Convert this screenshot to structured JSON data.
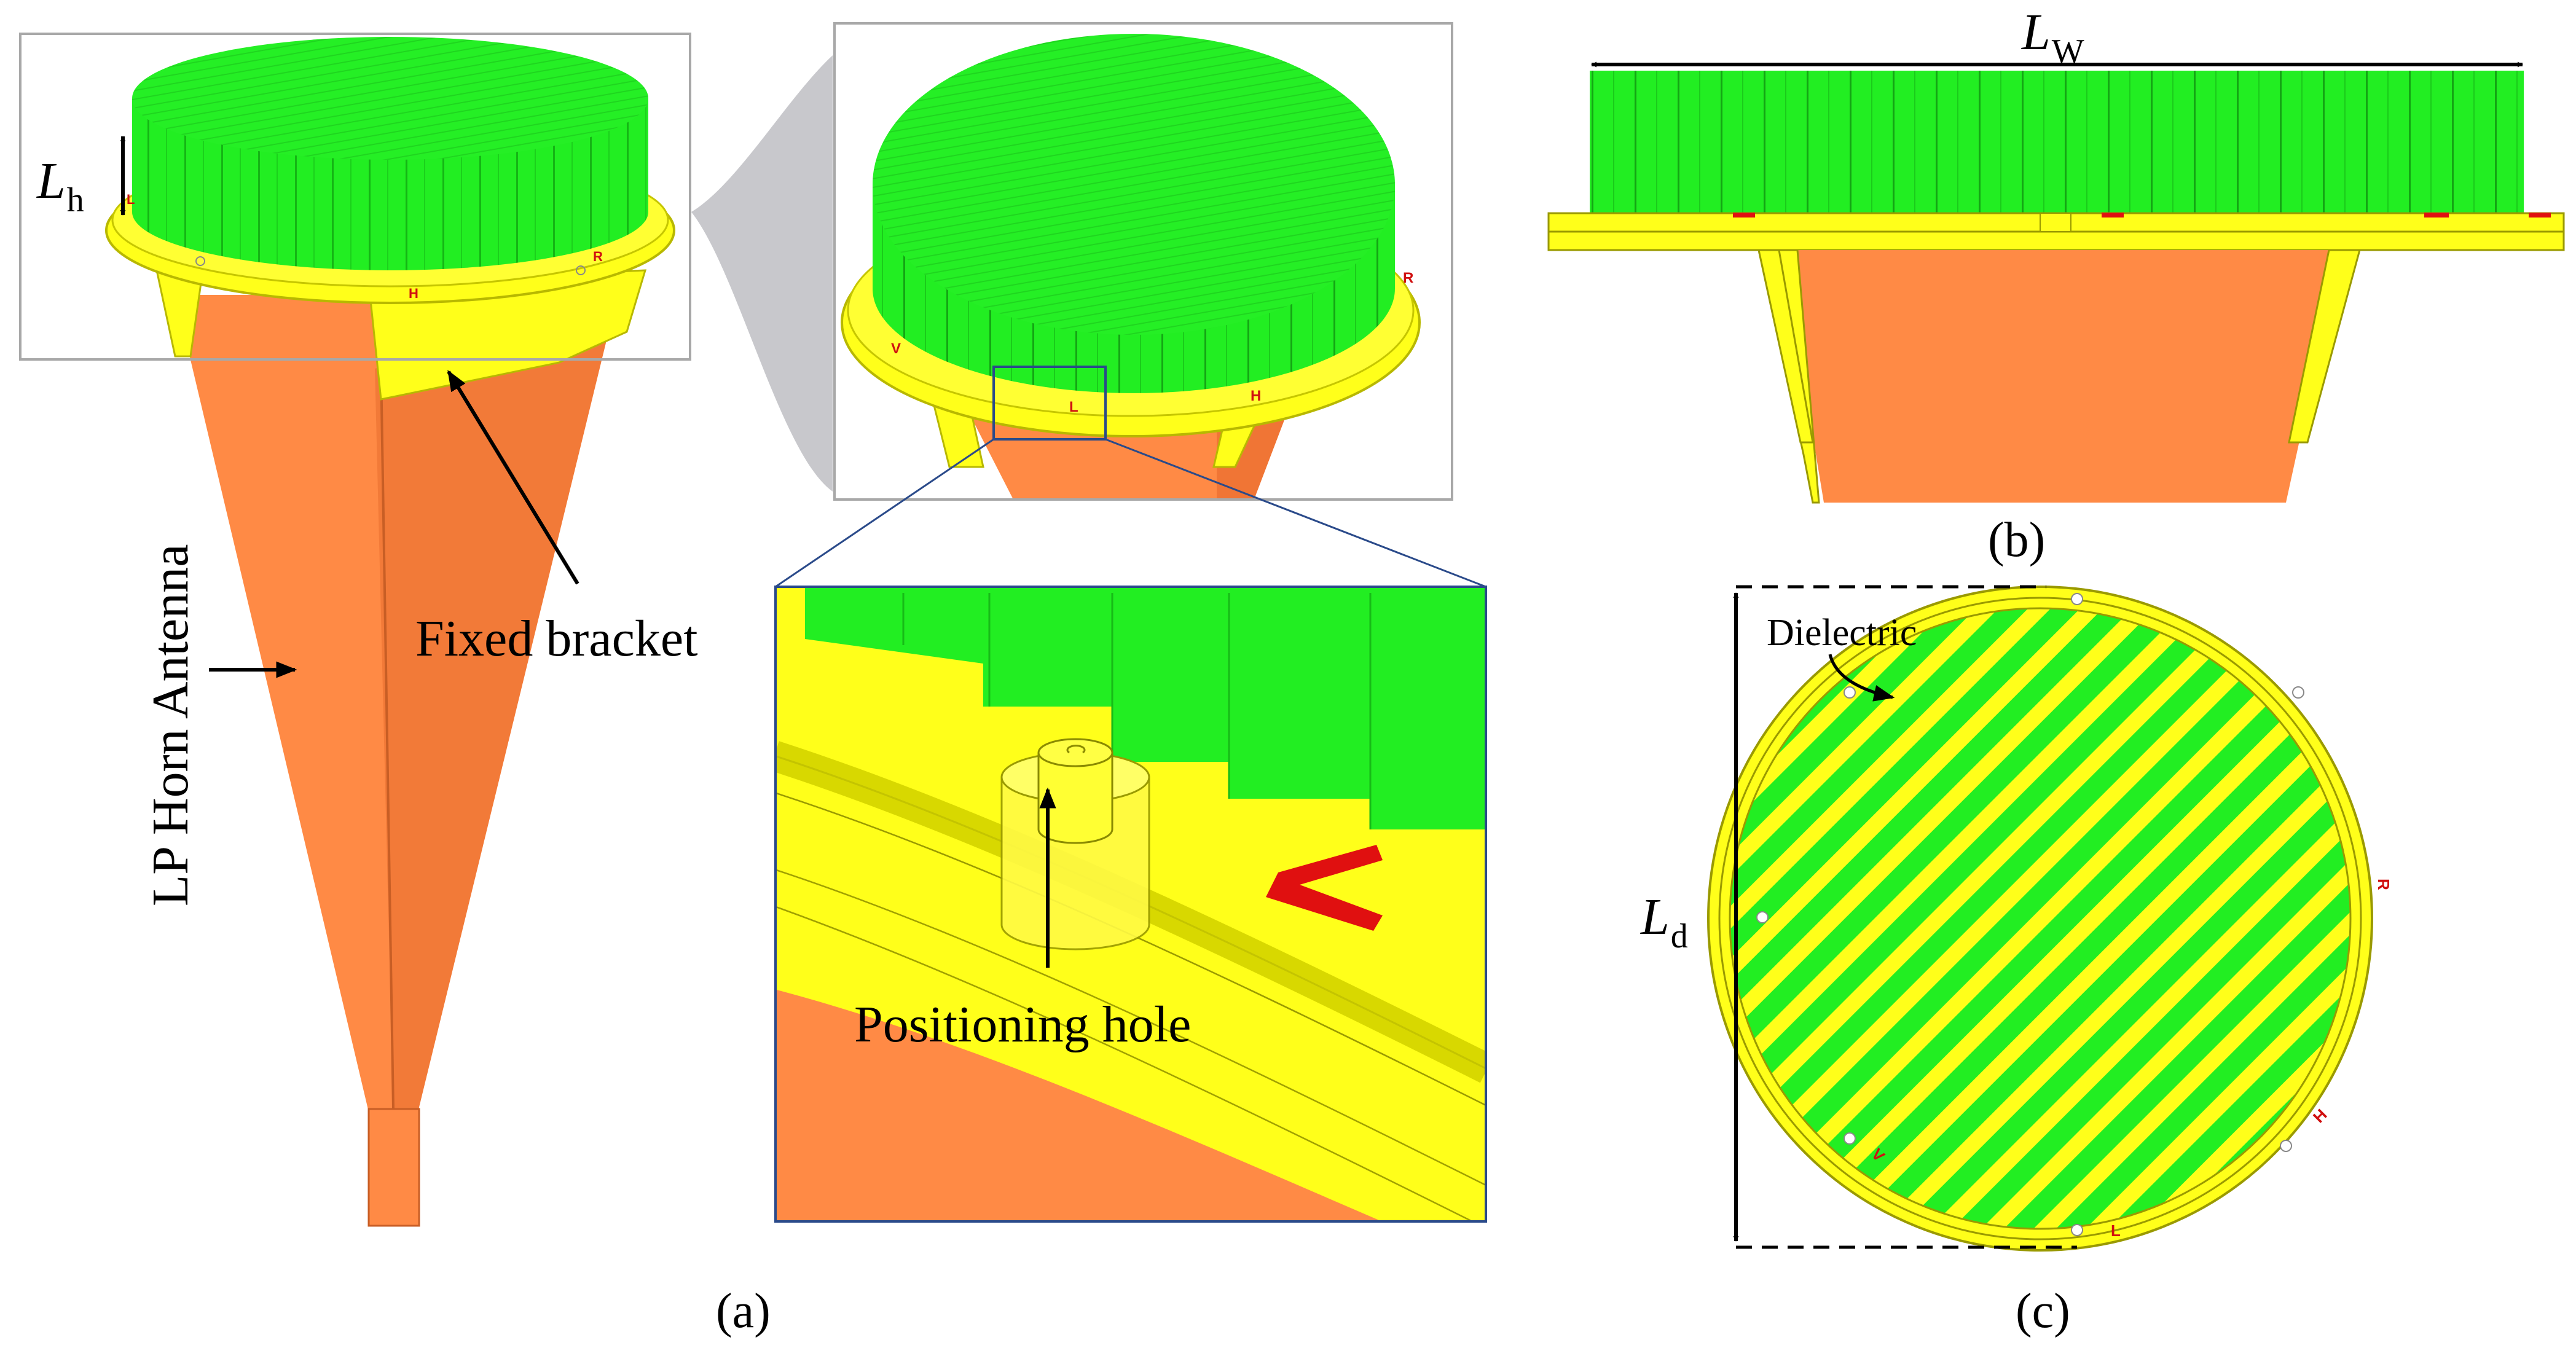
{
  "labels": {
    "lh": "L",
    "lh_sub": "h",
    "lw": "L",
    "lw_sub": "W",
    "ld": "L",
    "ld_sub": "d",
    "horn": "LP Horn Antenna",
    "bracket": "Fixed bracket",
    "hole": "Positioning hole",
    "dielectric": "Dielectric",
    "panel_a": "(a)",
    "panel_b": "(b)",
    "panel_c": "(c)"
  },
  "plate_marks": {
    "m_r": "R",
    "m_h": "H",
    "m_l": "L",
    "m_v": "V"
  },
  "colors": {
    "dielectric_green": "#22ee22",
    "bracket_yellow": "#ffff1a",
    "horn_orange": "#ff8a45",
    "mark_red": "#d01010",
    "frame_gray": "#a8a8a8",
    "zoom_blue": "#2a4a8a"
  }
}
